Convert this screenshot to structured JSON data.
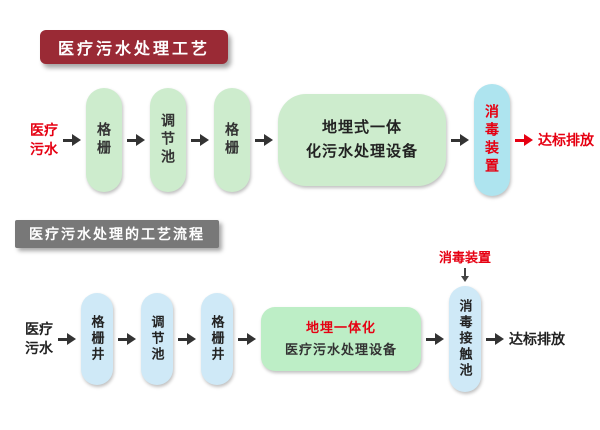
{
  "top": {
    "title": "医疗污水处理工艺",
    "source": "医疗\n污水",
    "pill1": "格栅",
    "pill2": "调节池",
    "pill3": "格栅",
    "box_line1": "地埋式一体",
    "box_line2": "化污水处理设备",
    "pill4": "消毒装置",
    "sink": "达标排放"
  },
  "bottom": {
    "title": "医疗污水处理的工艺流程",
    "annotation": "消毒装置",
    "source": "医疗\n污水",
    "pill1": "格栅井",
    "pill2": "调节池",
    "pill3": "格栅井",
    "box_line1": "地埋一体化",
    "box_line2": "医疗污水处理设备",
    "pill4": "消毒接触池",
    "sink": "达标排放"
  },
  "colors": {
    "accent_red": "#e60012",
    "banner_maroon": "#9a2a35",
    "banner_gray": "#787878",
    "node_green": "#cdeccd",
    "node_green_bright": "#bdeec6",
    "node_cyan": "#aee4ef",
    "node_blue": "#cfe9f7",
    "arrow_dark": "#333333"
  }
}
